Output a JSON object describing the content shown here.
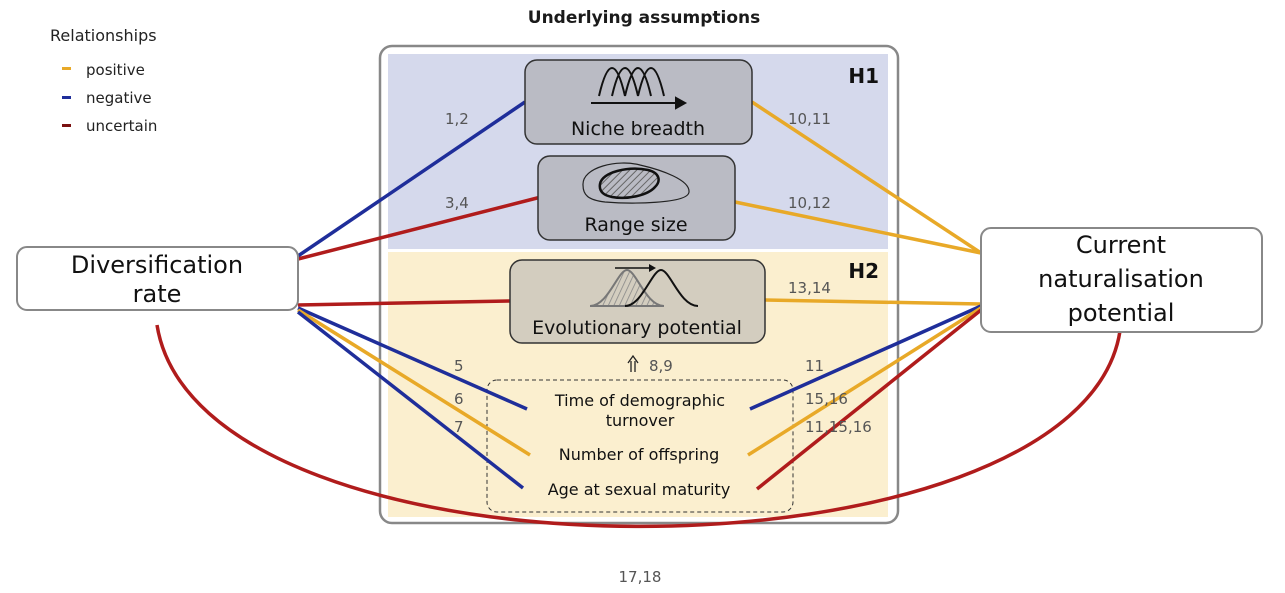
{
  "title": "Underlying assumptions",
  "legend": {
    "heading": "Relationships",
    "items": [
      {
        "label": "positive",
        "color": "#e8a928"
      },
      {
        "label": "negative",
        "color": "#1f2e9a"
      },
      {
        "label": "uncertain",
        "color": "#7a1010"
      }
    ]
  },
  "colors": {
    "positive": "#e8a928",
    "negative": "#1f2e9a",
    "uncertain": "#b01c1c",
    "h1_bg": "#d5d9ec",
    "h2_bg": "#fbefcf",
    "box_fill": "#babbc4",
    "box_fill_h2": "#d3cdbf"
  },
  "hypotheses": {
    "h1": "H1",
    "h2": "H2"
  },
  "nodes": {
    "left": {
      "line1": "Diversification",
      "line2": "rate"
    },
    "right": {
      "line1": "Current",
      "line2": "naturalisation",
      "line3": "potential"
    },
    "niche": "Niche breadth",
    "range": "Range size",
    "evo": "Evolutionary potential",
    "time_line1": "Time of demographic",
    "time_line2": "turnover",
    "offspring": "Number of offspring",
    "age": "Age at sexual maturity"
  },
  "refs": {
    "niche_left": "1,2",
    "niche_right": "10,11",
    "range_left": "3,4",
    "range_right": "10,12",
    "evo_right": "13,14",
    "evo_up": "8,9",
    "time_left": "5",
    "offspring_left": "6",
    "age_left": "7",
    "time_right": "11",
    "offspring_right": "15,16",
    "age_right": "11,15,16",
    "bottom": "17,18"
  }
}
